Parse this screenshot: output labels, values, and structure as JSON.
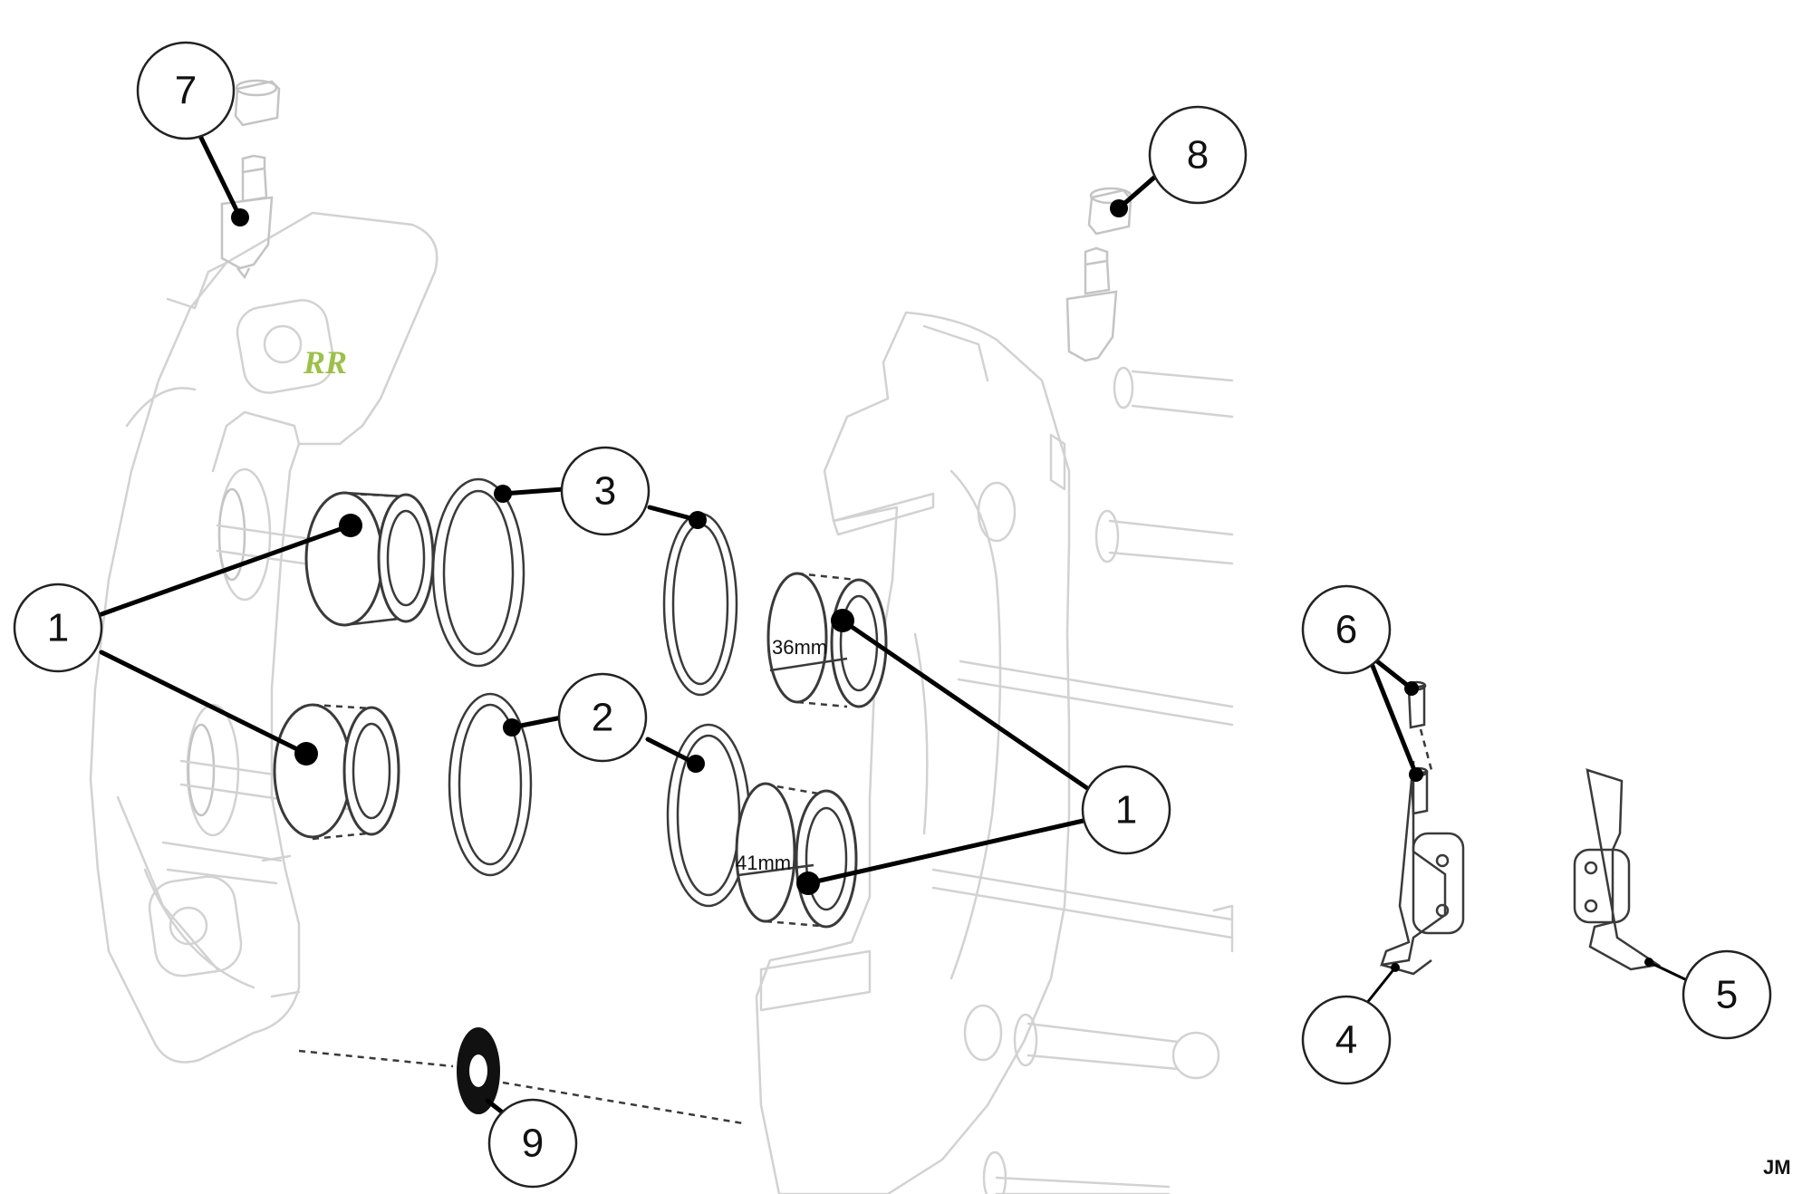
{
  "callouts": {
    "c1_left": "1",
    "c1_right": "1",
    "c2": "2",
    "c3": "3",
    "c4": "4",
    "c5": "5",
    "c6": "6",
    "c7": "7",
    "c8": "8",
    "c9": "9"
  },
  "dimensions": {
    "small_piston": "36mm",
    "large_piston": "41mm"
  },
  "logo_text": "RR",
  "signature": "JM",
  "colors": {
    "ghost_outline": "#d2d2d2",
    "part_outline": "#3a3a3a",
    "leader": "#000000",
    "logo_accent": "#9cc04a"
  }
}
